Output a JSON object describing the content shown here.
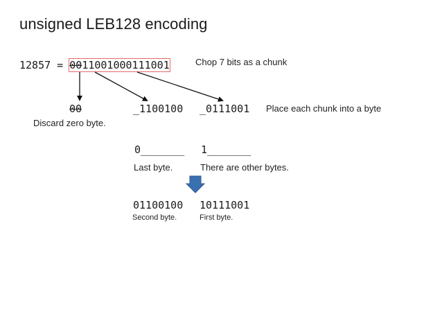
{
  "title": "unsigned LEB128 encoding",
  "equation": {
    "lhs": "12857 = ",
    "leading_bits": "00",
    "remaining_bits": "11001000111001"
  },
  "chop_note": "Chop 7 bits as a chunk",
  "chunks": {
    "discarded": "00",
    "high": "_1100100",
    "low": "_0111001"
  },
  "place_note": "Place each chunk into a byte",
  "discard_note": "Discard zero byte.",
  "templates": {
    "last": "0_______",
    "other": "1_______"
  },
  "template_notes": {
    "last": "Last byte.",
    "other": "There are other bytes."
  },
  "result": {
    "second": "01100100",
    "first": "10111001"
  },
  "result_notes": {
    "second": "Second byte.",
    "first": "First byte."
  },
  "colors": {
    "highlight_box": "#e26a6a",
    "arrow": "#111111",
    "down_arrow": "#3a6fb0"
  },
  "icons": {
    "down_arrow": "down-arrow-icon"
  }
}
